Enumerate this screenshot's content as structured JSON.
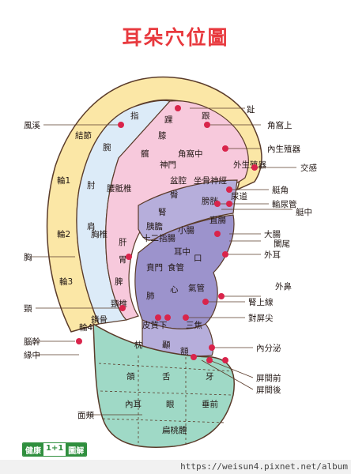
{
  "title": "耳朵穴位圖",
  "colors": {
    "title": "#e8393e",
    "helix_outer": "#fbe7a6",
    "scapha": "#dcebf8",
    "antihelix": "#f7c9dc",
    "concha": "#b6aedb",
    "lobe": "#9fd9c6",
    "dot": "#d9244b"
  },
  "regions": {
    "helix": [
      "結節",
      "輪1",
      "輪2",
      "輪3",
      "輪4"
    ],
    "scapha": [
      "指",
      "腕",
      "肘",
      "肩",
      "鎖骨"
    ],
    "antihelix": [
      "趾",
      "踝",
      "跟",
      "膝",
      "髖",
      "腰骶椎",
      "胸椎",
      "頸椎",
      "神門",
      "盆腔",
      "臀",
      "坐骨神經",
      "角窩中"
    ],
    "concha": [
      "交感",
      "腎",
      "膀胱",
      "輸尿管",
      "艇角",
      "艇中",
      "胰膽",
      "肝",
      "十二指腸",
      "小腸",
      "大腸",
      "闌尾",
      "胃",
      "耳中",
      "賁門",
      "食管",
      "口",
      "脾",
      "肺",
      "心",
      "氣管",
      "三焦",
      "皮質下",
      "內分泌"
    ],
    "tragus": [
      "外生殖器",
      "尿道",
      "直腸",
      "外耳",
      "外鼻",
      "腎上線",
      "屏間前",
      "屏間後"
    ],
    "lobe": [
      "枕",
      "顳",
      "額",
      "頜",
      "舌",
      "牙",
      "內耳",
      "眼",
      "垂前",
      "扁桃體"
    ]
  },
  "callouts": {
    "left": [
      "風溪",
      "輪1",
      "胸",
      "頸",
      "腦幹",
      "緣中",
      "面頰"
    ],
    "right": [
      "趾",
      "角窩上",
      "內生殖器",
      "交感",
      "艇角",
      "輸尿管",
      "艇中",
      "大腸",
      "闌尾",
      "外耳",
      "外鼻",
      "腎上線",
      "對屏尖",
      "內分泌",
      "屏間前",
      "屏間後"
    ]
  },
  "logo": {
    "part1": "健康",
    "part2": "1+1",
    "part3": "圖解"
  },
  "url": "https://weisun4.pixnet.net/album"
}
